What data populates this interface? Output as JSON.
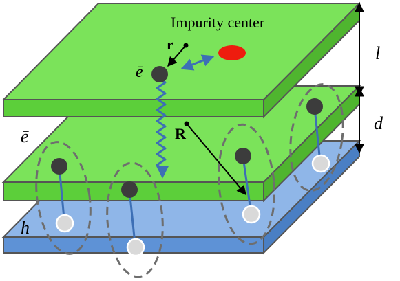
{
  "labels": {
    "impurity": "Impurity center",
    "r_vec": "r",
    "R_vec": "R",
    "electron_top": "ē",
    "electron_side": "ē",
    "hole_side": "h",
    "dim_l": "l",
    "dim_d": "d"
  },
  "colors": {
    "electron_layer_top": "#7be35a",
    "electron_layer_front": "#5ccf3a",
    "electron_layer_side": "#4fb52f",
    "hole_layer_top": "#8fb6e8",
    "hole_layer_front": "#5e92d6",
    "hole_layer_side": "#4a7fc4",
    "outline": "#555555",
    "electron": "#3c3c3c",
    "hole": "#d9d9d9",
    "impurity": "#ee1c0e",
    "wavy": "#3d6fb5",
    "exciton_ellipse": "#6e6e6e",
    "bond": "#3d6fb5",
    "arrow": "#000000"
  },
  "icons": {
    "impurity": "red-ellipse",
    "electron": "dark-circle",
    "hole": "light-circle"
  }
}
